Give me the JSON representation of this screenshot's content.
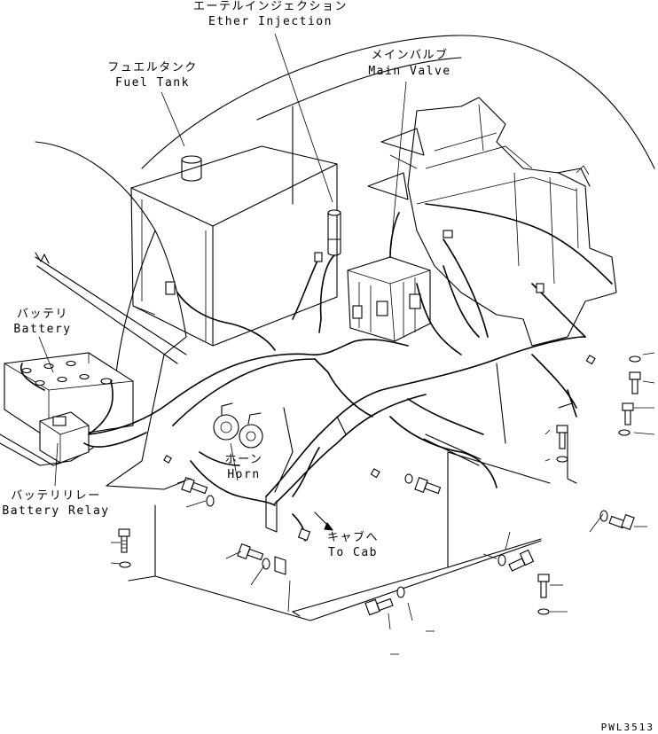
{
  "labels": {
    "ether_jp": "エーテルインジェクション",
    "ether_en": "Ether Injection",
    "main_valve_jp": "メインバルブ",
    "main_valve_en": "Main Valve",
    "fuel_tank_jp": "フュエルタンク",
    "fuel_tank_en": "Fuel Tank",
    "battery_jp": "バッテリ",
    "battery_en": "Battery",
    "horn_jp": "ホーン",
    "horn_en": "Horn",
    "battery_relay_jp": "バッテリリレー",
    "battery_relay_en": "Battery Relay",
    "to_cab_jp": "キャブへ",
    "to_cab_en": "To Cab",
    "drawing_no": "PWL3513"
  }
}
